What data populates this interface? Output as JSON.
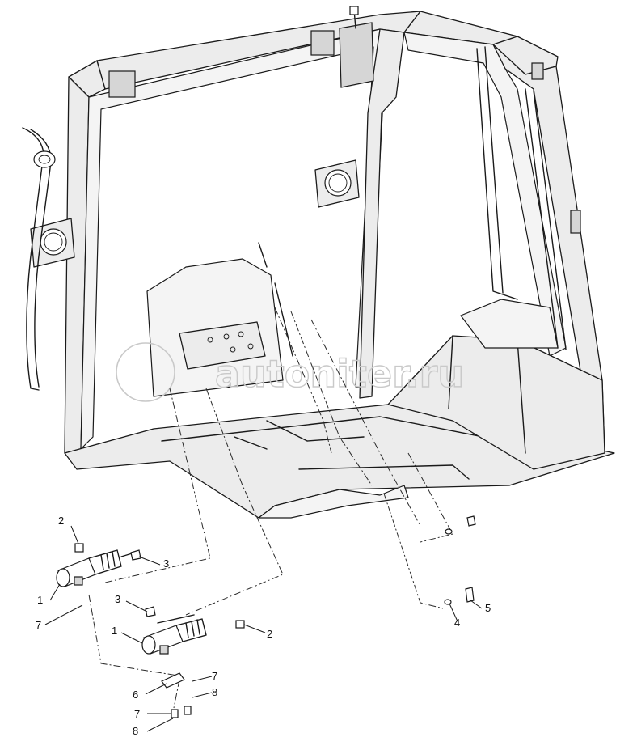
{
  "watermark": {
    "text": "autoniter.ru"
  },
  "callouts": {
    "c1a": "1",
    "c1b": "1",
    "c2a": "2",
    "c2b": "2",
    "c3a": "3",
    "c3b": "3",
    "c4": "4",
    "c5": "5",
    "c6": "6",
    "c7a": "7",
    "c7b": "7",
    "c7c": "7",
    "c8a": "8",
    "c8b": "8"
  },
  "colors": {
    "line": "#1a1a1a",
    "panel_fill": "#ececec",
    "watermark": "#c9c9c9"
  }
}
